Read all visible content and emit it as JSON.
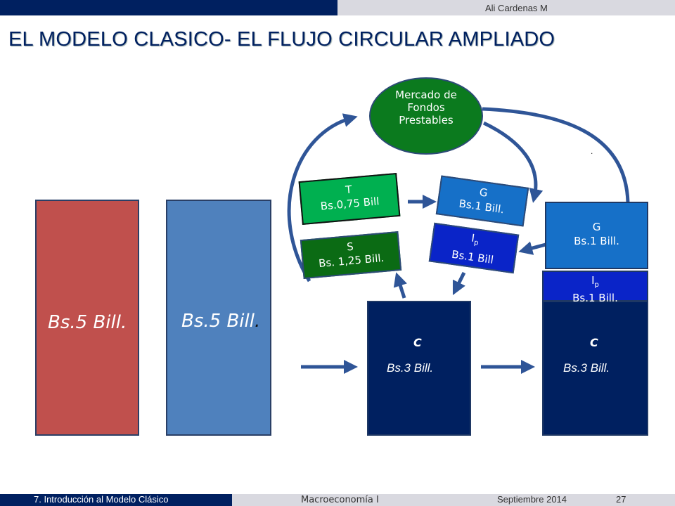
{
  "header": {
    "author": "Ali Cardenas M"
  },
  "title": "EL MODELO CLASICO-  EL FLUJO CIRCULAR AMPLIADO",
  "columns": {
    "red": {
      "label": "Bs.5 Bill."
    },
    "blue": {
      "label": "Bs.5 Bill",
      "suffix": "."
    }
  },
  "consumption_left": {
    "letter": "C",
    "value": "Bs.3 Bill."
  },
  "consumption_right": {
    "letter": "C",
    "value": "Bs.3 Bill."
  },
  "market": {
    "line1": "Mercado de",
    "line2": "Fondos",
    "line3": "Prestables"
  },
  "taxes": {
    "label": "T",
    "value": "Bs.0,75 Bill"
  },
  "savings": {
    "label": "S",
    "value": "Bs. 1,25 Bill."
  },
  "gov_mid": {
    "label": "G",
    "value": "Bs.1 Bill."
  },
  "inv_mid": {
    "label": "I",
    "sub": "p",
    "value": "Bs.1 Bill"
  },
  "gov_right": {
    "label": "G",
    "value": "Bs.1 Bill."
  },
  "inv_right": {
    "label": "I",
    "sub": "p",
    "value": "Bs.1 Bill."
  },
  "dot": ".",
  "footer": {
    "section": "7. Introducción al Modelo Clásico",
    "course": "Macroeconomía I",
    "date": "Septiembre 2014",
    "page": "27"
  },
  "colors": {
    "navy": "#002060",
    "red_column": "#c0504d",
    "blue_column": "#4f81bd",
    "green": "#0b7a1e",
    "arrow": "#2f5597"
  }
}
